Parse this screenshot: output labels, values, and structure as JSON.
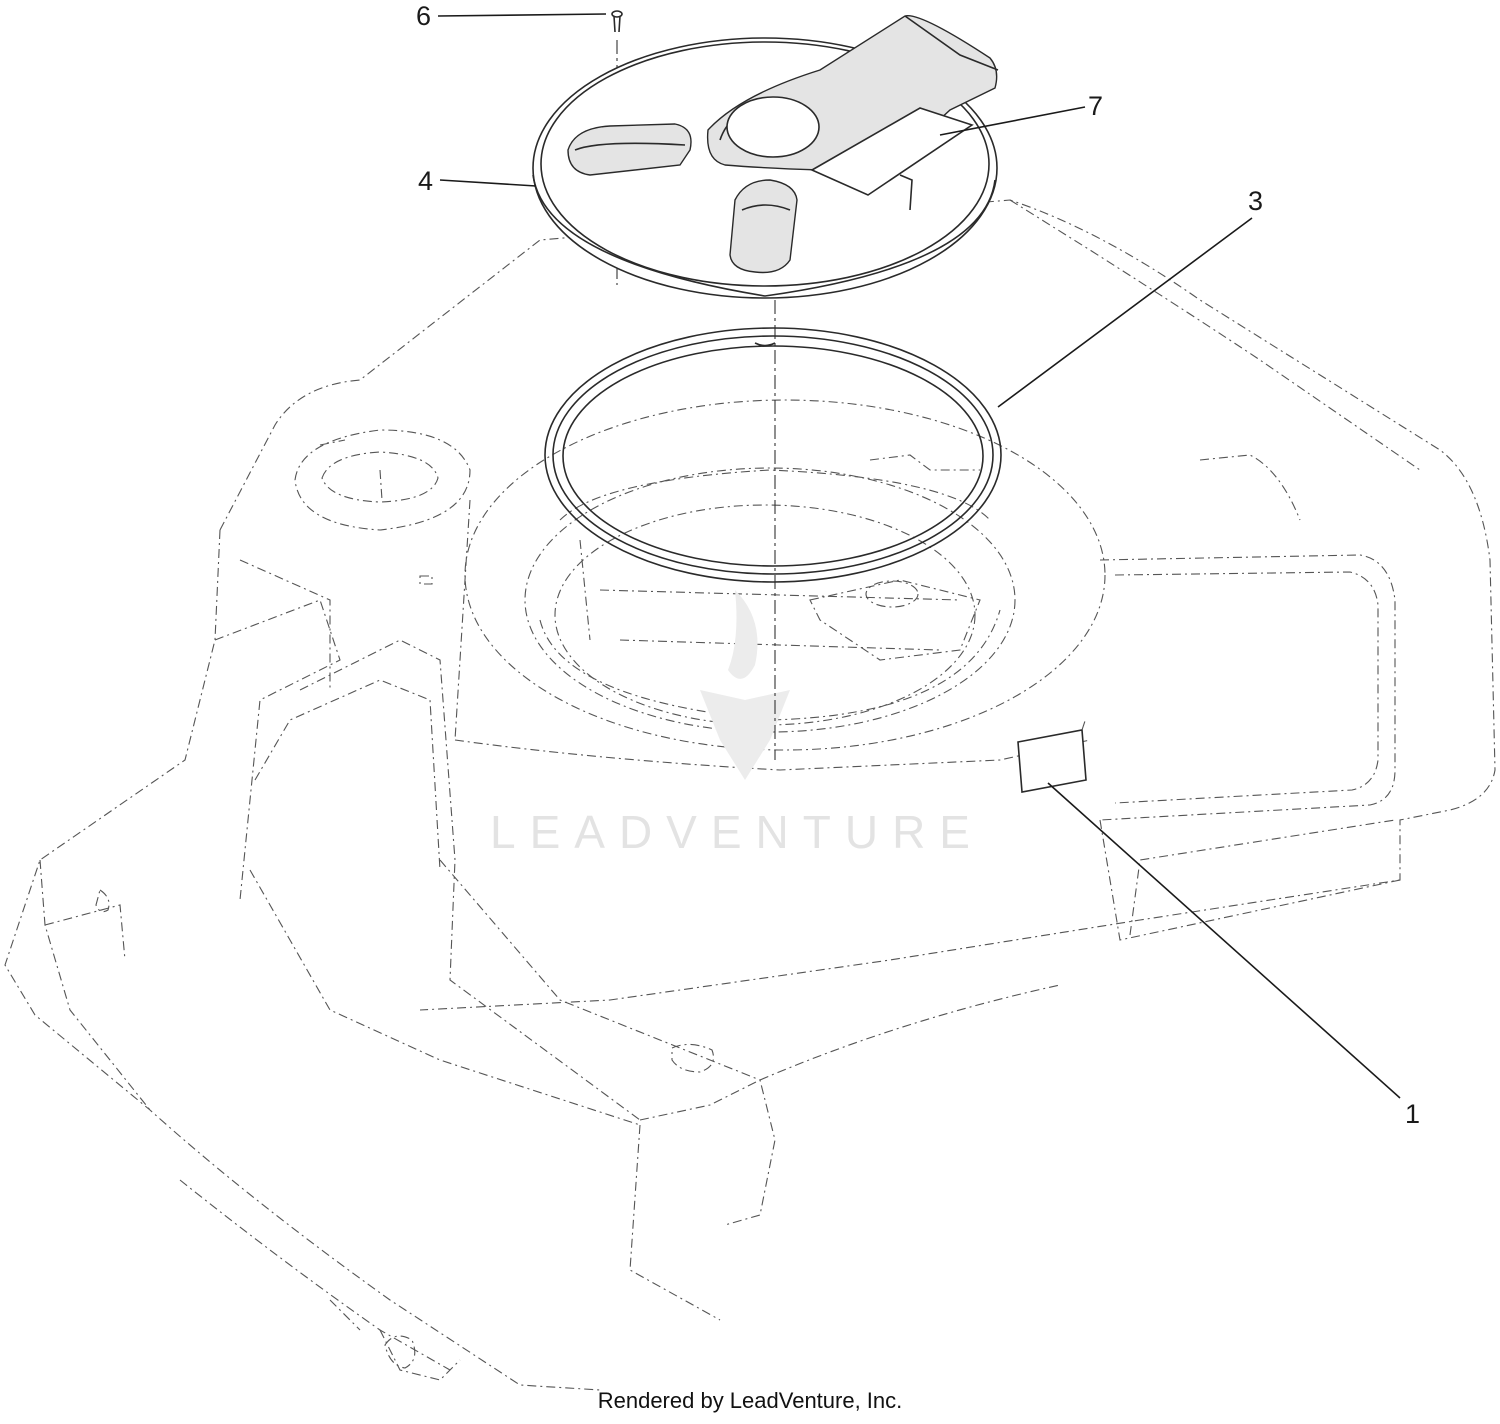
{
  "callouts": [
    {
      "id": "6",
      "label": "6"
    },
    {
      "id": "4",
      "label": "4"
    },
    {
      "id": "7",
      "label": "7"
    },
    {
      "id": "3",
      "label": "3"
    },
    {
      "id": "1",
      "label": "1"
    }
  ],
  "watermark": "LEADVENTURE",
  "credit": "Rendered by LeadVenture, Inc."
}
